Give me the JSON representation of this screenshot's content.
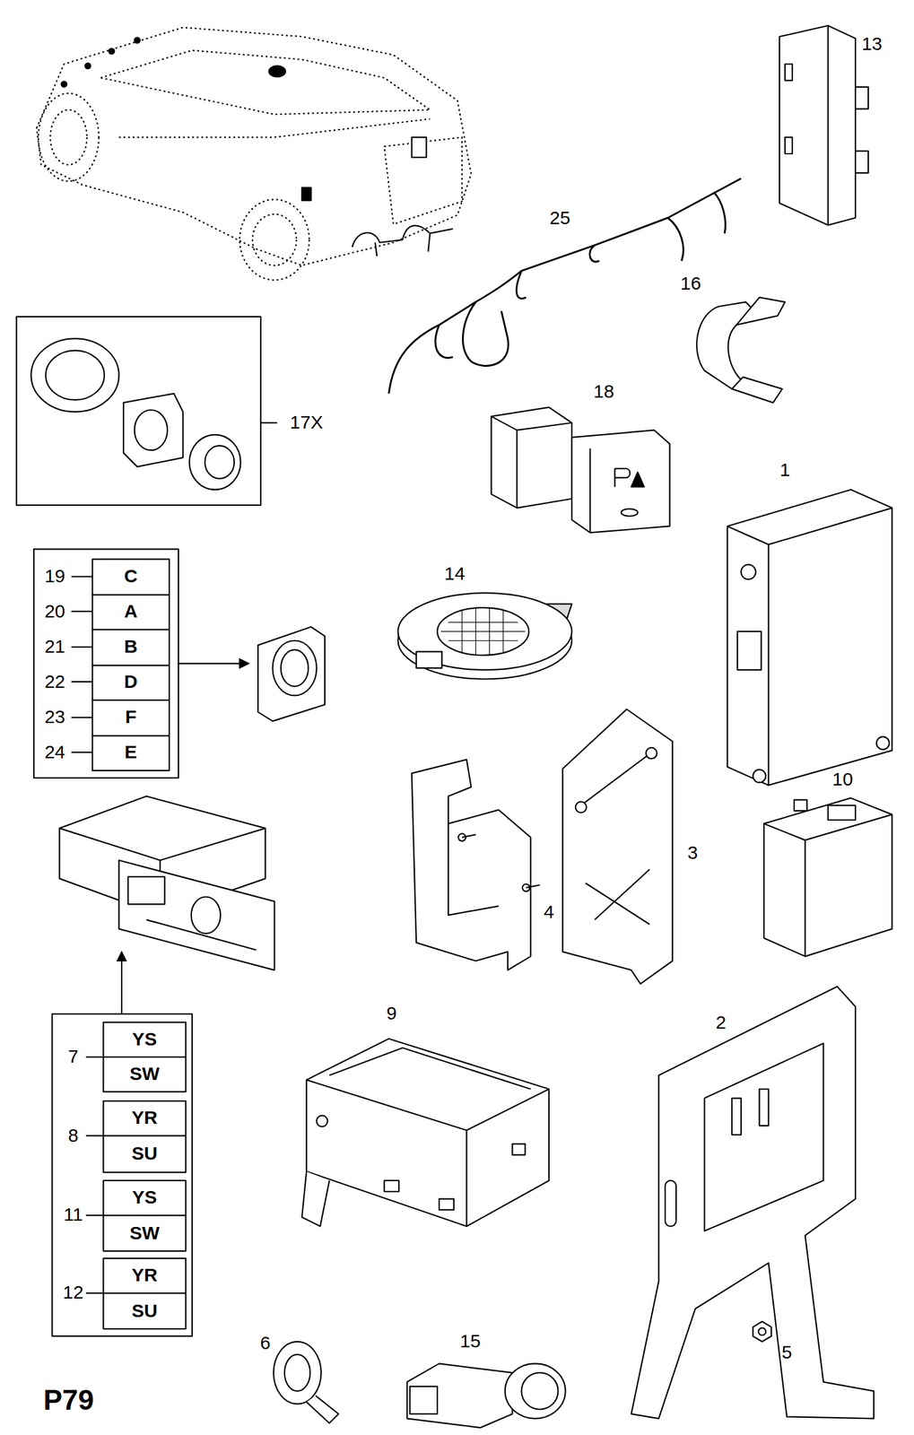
{
  "diagram": {
    "labels": [
      "13",
      "25",
      "16",
      "17X",
      "18",
      "1",
      "19",
      "C",
      "20",
      "A",
      "21",
      "B",
      "22",
      "D",
      "23",
      "F",
      "24",
      "E",
      "14",
      "4",
      "3",
      "10",
      "7",
      "YS",
      "SW",
      "8",
      "YR",
      "SU",
      "11",
      "YS",
      "SW",
      "12",
      "YR",
      "SU",
      "9",
      "2",
      "6",
      "15",
      "5",
      "P79"
    ]
  }
}
